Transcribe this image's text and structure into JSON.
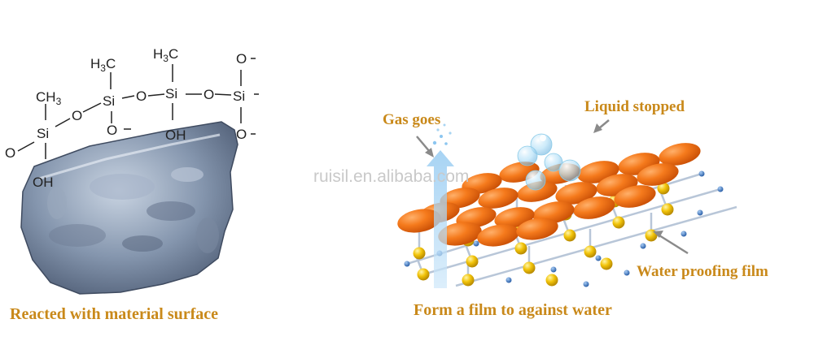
{
  "left_panel": {
    "caption": "Reacted with material surface",
    "molecule": {
      "si": "Si",
      "o": "O",
      "oh": "OH",
      "ch3": "CH",
      "ch3_sub": "3",
      "h3c": "H",
      "h3c_sub": "3",
      "h3c_c": "C"
    }
  },
  "watermark": "ruisil.en.alibaba.com",
  "right_panel": {
    "label_gas": "Gas goes",
    "label_liquid": "Liquid stopped",
    "label_film": "Water proofing film",
    "caption": "Form a film to against water"
  },
  "colors": {
    "caption": "#c9891a",
    "film_orange": "#f07418",
    "node_yellow": "#f2c40a",
    "node_blue": "#3a78c8",
    "arrow_gray": "#8a8a8a",
    "gas_arrow": "#a8d4f2"
  }
}
